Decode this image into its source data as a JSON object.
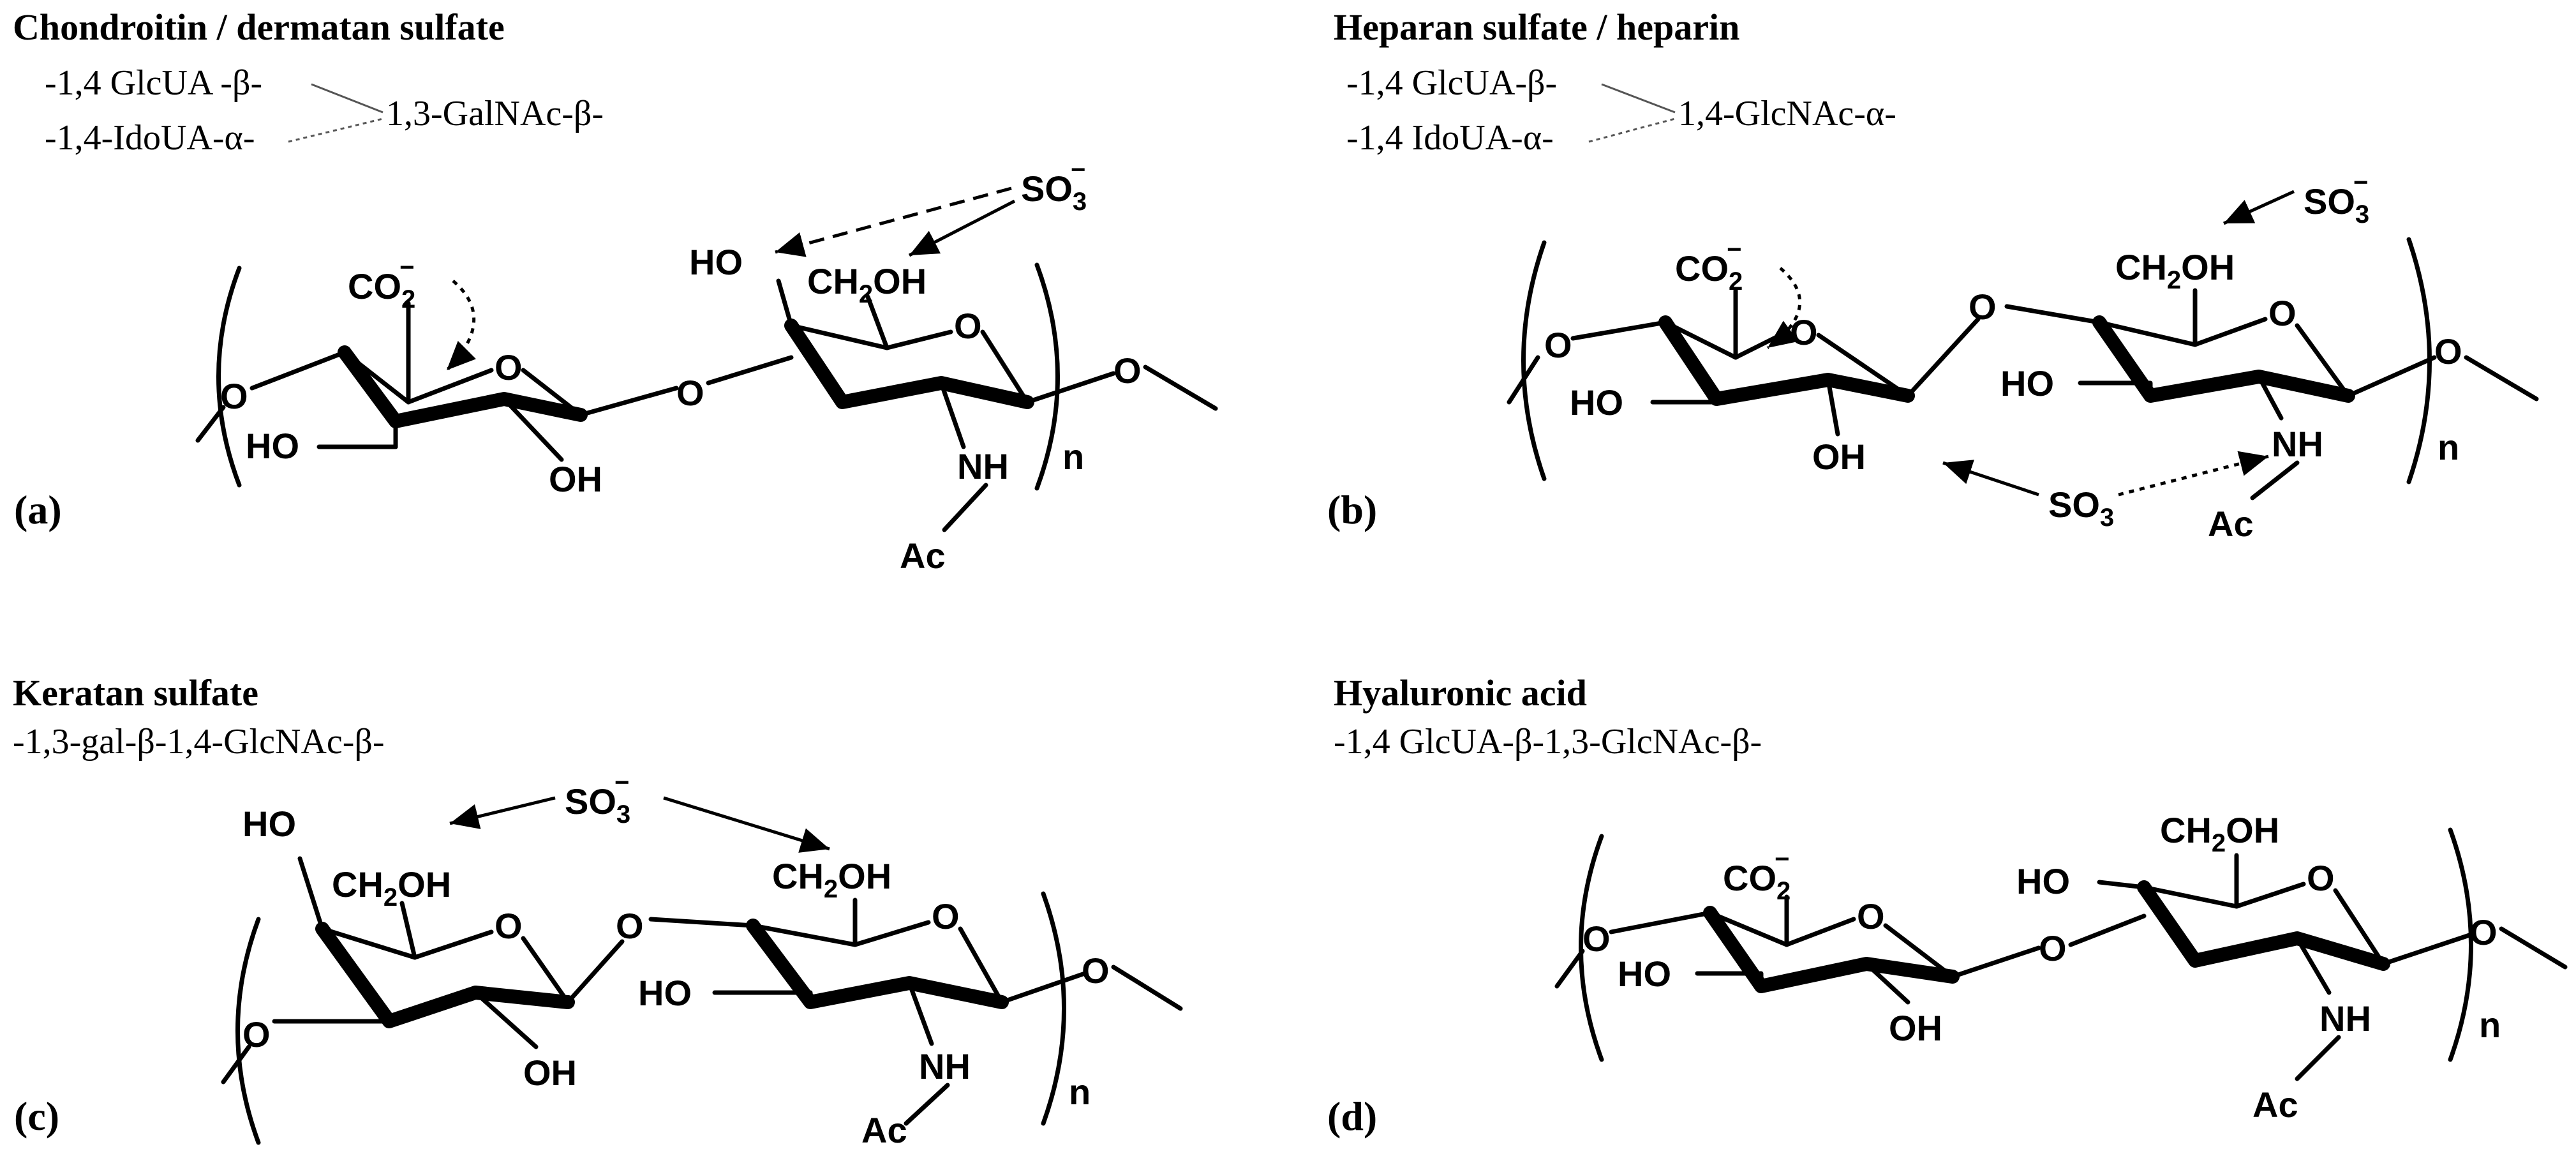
{
  "panels": {
    "a": {
      "label": "(a)",
      "title": "Chondroitin / dermatan sulfate",
      "link1": "-1,4 GlcUA -β-",
      "link2": "-1,4-IdoUA-α-",
      "link3": "1,3-GalNAc-β-",
      "so3": "SO",
      "so3_sub": "3",
      "so3_sup": "−",
      "ho_top": "HO",
      "ch2oh": "CH",
      "ch2oh_sub": "2",
      "ch2oh_end": "OH",
      "co2": "CO",
      "co2_sub": "2",
      "co2_sup": "−",
      "ho_left": "HO",
      "oh_bottom": "OH",
      "nh": "NH",
      "ac": "Ac",
      "o_ring1": "O",
      "o_ring2": "O",
      "o_bridge": "O",
      "o_left": "O",
      "o_right": "O",
      "n": "n"
    },
    "b": {
      "label": "(b)",
      "title": "Heparan sulfate / heparin",
      "link1": "-1,4 GlcUA-β-",
      "link2": "-1,4 IdoUA-α-",
      "link3": "1,4-GlcNAc-α-",
      "so3_top": "SO",
      "so3_top_sub": "3",
      "so3_top_sup": "−",
      "so3_bottom": "SO",
      "so3_bottom_sub": "3",
      "ch2oh": "CH",
      "ch2oh_sub": "2",
      "ch2oh_end": "OH",
      "co2": "CO",
      "co2_sub": "2",
      "co2_sup": "−",
      "ho_left": "HO",
      "ho_mid": "HO",
      "oh_bottom": "OH",
      "nh": "NH",
      "ac": "Ac",
      "o_ring1": "O",
      "o_ring2": "O",
      "o_bridge": "O",
      "o_left": "O",
      "o_right": "O",
      "n": "n"
    },
    "c": {
      "label": "(c)",
      "title": "Keratan sulfate",
      "link1": "-1,3-gal-β-1,4-GlcNAc-β-",
      "so3": "SO",
      "so3_sub": "3",
      "so3_sup": "−",
      "ho_top": "HO",
      "ch2oh_1": "CH",
      "ch2oh_1_sub": "2",
      "ch2oh_1_end": "OH",
      "ch2oh_2": "CH",
      "ch2oh_2_sub": "2",
      "ch2oh_2_end": "OH",
      "ho_mid": "HO",
      "oh_bottom": "OH",
      "nh": "NH",
      "ac": "Ac",
      "o_ring1": "O",
      "o_ring2": "O",
      "o_bridge": "O",
      "o_left": "O",
      "o_right": "O",
      "n": "n"
    },
    "d": {
      "label": "(d)",
      "title": "Hyaluronic acid",
      "link1": "-1,4 GlcUA-β-1,3-GlcNAc-β-",
      "co2": "CO",
      "co2_sub": "2",
      "co2_sup": "−",
      "ho_top": "HO",
      "ch2oh": "CH",
      "ch2oh_sub": "2",
      "ch2oh_end": "OH",
      "ho_left": "HO",
      "oh_bottom": "OH",
      "nh": "NH",
      "ac": "Ac",
      "o_ring1": "O",
      "o_ring2": "O",
      "o_bridge": "O",
      "o_left": "O",
      "o_right": "O",
      "n": "n"
    }
  }
}
